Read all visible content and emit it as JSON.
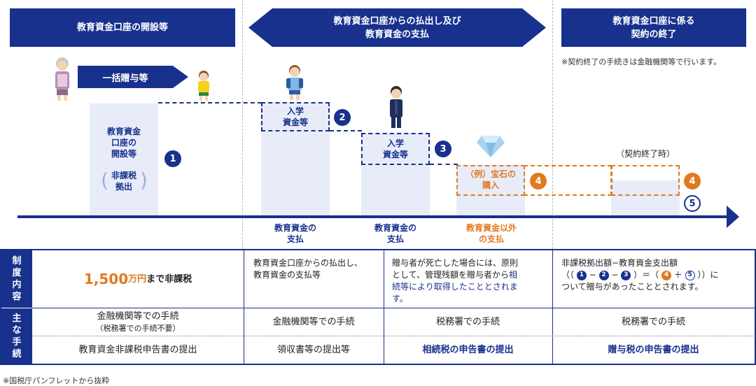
{
  "headers": {
    "open": "教育資金口座の開設等",
    "withdraw_line1": "教育資金口座からの払出し及び",
    "withdraw_line2": "教育資金の支払",
    "end_line1": "教育資金口座に係る",
    "end_line2": "契約の終了"
  },
  "note_top": "※契約終了の手続きは金融機関等で行います。",
  "gift_label": "一括贈与等",
  "open_box": {
    "line1": "教育資金",
    "line2": "口座の",
    "line3": "開設等",
    "sub1": "非課税",
    "sub2": "拠出"
  },
  "pay1_box": {
    "line1": "入学",
    "line2": "資金等"
  },
  "pay2_box": {
    "line1": "入学",
    "line2": "資金等"
  },
  "other_box": {
    "line1": "（例）宝石の",
    "line2": "購入"
  },
  "end_label": "（契約終了時）",
  "markers": {
    "m1": "1",
    "m2": "2",
    "m3": "3",
    "m4": "4",
    "m4b": "4",
    "m5": "5"
  },
  "timeline_labels": {
    "pay1": [
      "教育資金の",
      "支払"
    ],
    "pay2": [
      "教育資金の",
      "支払"
    ],
    "other": [
      "教育資金以外",
      "の支払"
    ]
  },
  "table": {
    "side1": [
      "制",
      "度",
      "内",
      "容"
    ],
    "side2": [
      "主",
      "な",
      "手",
      "続"
    ],
    "row1": {
      "c1_amount": "1,500",
      "c1_unit": "万円",
      "c1_rest": "まで非課税",
      "c2": [
        "教育資金口座からの払出し、",
        "教育資金の支払等"
      ],
      "c3_a": "贈与者が死亡した場合には、原則",
      "c3_b": "として、管理残額を贈与者から",
      "c3_c": "相",
      "c3_d": "続等により取得したこととされま",
      "c3_e": "す。",
      "c4_a": "非課税拠出額−教育資金支出額",
      "c4_b1": "（（",
      "c4_b2": "−",
      "c4_b3": "−",
      "c4_b4": "）＝（",
      "c4_b5": "＋",
      "c4_b6": "））に",
      "c4_c": "ついて贈与があったこととされます。"
    },
    "row2": {
      "c1_a": "金融機関等での手続",
      "c1_b": "（税務署での手続不要）",
      "c2": "金融機関等での手続",
      "c3": "税務署での手続",
      "c4": "税務署での手続"
    },
    "row3": {
      "c1": "教育資金非課税申告書の提出",
      "c2": "領収書等の提出等",
      "c3": "相続税の申告書の提出",
      "c4": "贈与税の申告書の提出"
    }
  },
  "footnote": "※国税庁パンフレットから抜粋",
  "colors": {
    "navy": "#17318d",
    "orange": "#e07a1f",
    "light": "#e8ecf9"
  }
}
